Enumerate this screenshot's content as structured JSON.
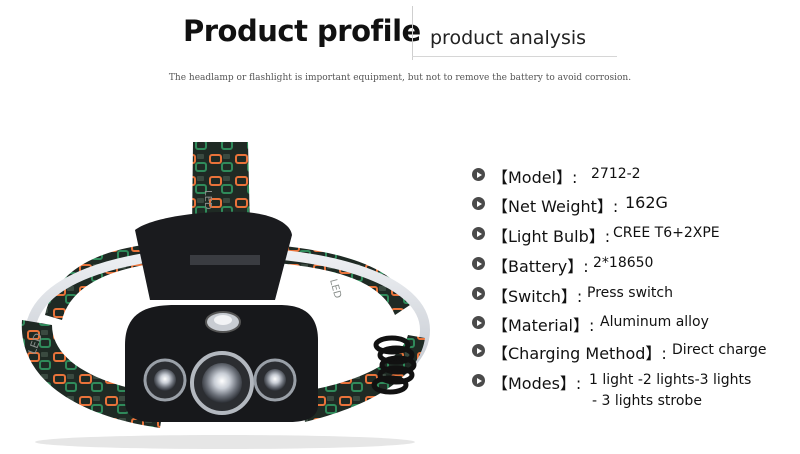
{
  "header": {
    "title": "Product profile",
    "subtitle_tab": "product analysis",
    "note": "The headlamp or flashlight is important equipment, but not to remove the battery to avoid corrosion."
  },
  "image": {
    "band_text_left": "LED",
    "band_text_mid": "LED",
    "band_text_side": "LED"
  },
  "specs": [
    {
      "label": "【Model】:",
      "value": "2712-2"
    },
    {
      "label": "【Net Weight】:",
      "value": "162G"
    },
    {
      "label": "【Light Bulb】:",
      "value": "CREE T6+2XPE"
    },
    {
      "label": "【Battery】:",
      "value": "2*18650"
    },
    {
      "label": "【Switch】:",
      "value": "Press switch"
    },
    {
      "label": "【Material】:",
      "value": "Aluminum alloy"
    },
    {
      "label": "【Charging Method】:",
      "value": "Direct charge"
    },
    {
      "label": "【Modes】:",
      "value": "1 light -2 lights-3 lights",
      "value_line2": "- 3 lights strobe"
    }
  ],
  "colors": {
    "background": "#ffffff",
    "text": "#111111",
    "bullet": "#4a4a4a",
    "band_orange": "#e8733a",
    "band_green": "#2f8a5a"
  }
}
